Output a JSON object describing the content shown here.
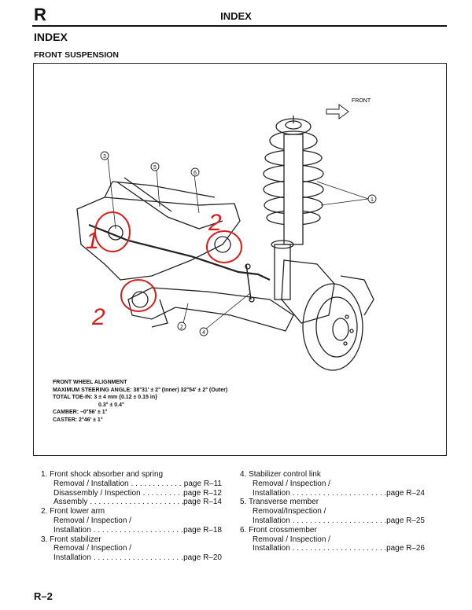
{
  "header": {
    "section_letter": "R",
    "title": "INDEX"
  },
  "page_heading": "INDEX",
  "section_heading": "FRONT SUSPENSION",
  "figure": {
    "direction_label": "FRONT",
    "callouts": [
      "1",
      "2",
      "3",
      "4",
      "5",
      "6"
    ],
    "handwritten_marks": [
      "1",
      "2",
      "2"
    ],
    "alignment": {
      "title": "FRONT WHEEL ALIGNMENT",
      "steering": "MAXIMUM STEERING ANGLE: 38°31' ± 2° (Inner) 32°54' ± 2° (Outer)",
      "toe": "TOTAL TOE-IN: 3 ± 4 mm {0.12 ± 0.15 in}",
      "toe_deg": "0.3° ± 0.4°",
      "camber": "CAMBER: –0°56' ± 1°",
      "caster": "CASTER: 2°46' ± 1°"
    }
  },
  "index_left": [
    {
      "title": "1. Front shock absorber and spring",
      "rows": [
        {
          "label": "Removal / Installation",
          "page": "page R–11",
          "style": "row"
        },
        {
          "label": "Disassembly / Inspection",
          "page": "page R–12",
          "style": "row"
        },
        {
          "label": "Assembly",
          "page": "page R–14",
          "style": "row"
        }
      ]
    },
    {
      "title": "2. Front lower arm",
      "rows": [
        {
          "label": "Removal / Inspection /",
          "page": "",
          "style": "row"
        },
        {
          "label": "Installation",
          "page": "page R–18",
          "style": "row"
        }
      ]
    },
    {
      "title": "3. Front stabilizer",
      "rows": [
        {
          "label": "Removal / Inspection /",
          "page": "",
          "style": "row"
        },
        {
          "label": "Installation",
          "page": "page R–20",
          "style": "row"
        }
      ]
    }
  ],
  "index_right": [
    {
      "title": "4. Stabilizer control link",
      "rows": [
        {
          "label": "Removal / Inspection /",
          "page": "",
          "style": "row"
        },
        {
          "label": "Installation",
          "page": "page R–24",
          "style": "row"
        }
      ]
    },
    {
      "title": "5. Transverse member",
      "rows": [
        {
          "label": "Removal/Inspection /",
          "page": "",
          "style": "row"
        },
        {
          "label": "Installation",
          "page": "page R–25",
          "style": "row"
        }
      ]
    },
    {
      "title": "6. Front crossmember",
      "rows": [
        {
          "label": "Removal / Inspection /",
          "page": "",
          "style": "row"
        },
        {
          "label": "Installation",
          "page": "page R–26",
          "style": "row"
        }
      ]
    }
  ],
  "footer": {
    "page_number": "R–2"
  }
}
